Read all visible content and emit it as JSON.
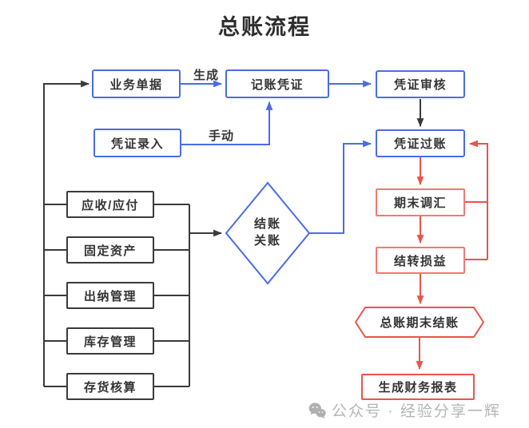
{
  "title": "总账流程",
  "colors": {
    "blue": "#4a6ce8",
    "black": "#3a3a3a",
    "red_arrow": "#e8544c",
    "red_box_border": "#ef7a72",
    "red_strong_border": "#e8554e",
    "watermark_gray": "#b5b5b5"
  },
  "nodes": {
    "business_documents": "业务单据",
    "voucher_entry": "凭证录入",
    "bookkeeping_voucher": "记账凭证",
    "voucher_review": "凭证审核",
    "voucher_posting": "凭证过账",
    "period_end_fx_adjustment": "期末调汇",
    "transfer_profit_loss": "结转损益",
    "gl_period_end_closing": "总账期末结账",
    "generate_financial_reports": "生成财务报表",
    "closing_decision_line1": "结账",
    "closing_decision_line2": "关账"
  },
  "modules": [
    "应收/应付",
    "固定资产",
    "出纳管理",
    "库存管理",
    "存货核算"
  ],
  "edge_labels": {
    "generate": "生成",
    "manual": "手动"
  },
  "watermark": {
    "icon": "wechat-icon",
    "text": "公众号 · 经验分享一辉"
  }
}
